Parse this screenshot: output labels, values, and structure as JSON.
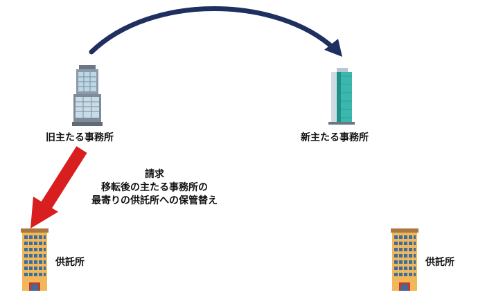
{
  "nodes": {
    "old_office": {
      "label": "旧主たる事務所",
      "icon": "office-tower-gray-icon"
    },
    "new_office": {
      "label": "新主たる事務所",
      "icon": "office-tower-glass-icon"
    },
    "depository_left": {
      "label": "供託所",
      "icon": "apartment-building-icon"
    },
    "depository_right": {
      "label": "供託所",
      "icon": "apartment-building-icon"
    }
  },
  "request": {
    "line1": "請求",
    "line2": "移転後の主たる事務所の",
    "line3": "最寄りの供託所への保管替え"
  },
  "arrows": {
    "move_arrow": {
      "from": "old_office",
      "to": "new_office",
      "color": "#1f2f5f"
    },
    "request_arrow": {
      "from": "old_office",
      "to": "depository_left",
      "color": "#d81e1e"
    }
  }
}
